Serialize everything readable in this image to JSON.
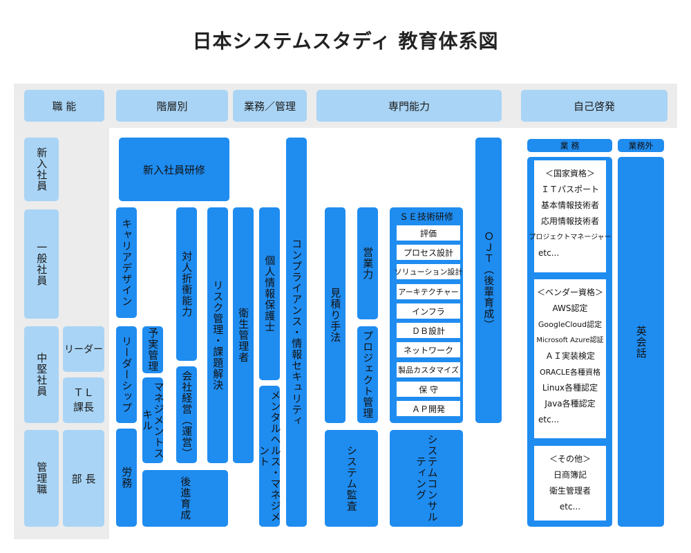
{
  "title": "日本システムスタディ 教育体系図",
  "headers": {
    "function": "職 能",
    "hierarchy": "階層別",
    "business_mgmt": "業務／管理",
    "specialty": "専門能力",
    "self_dev": "自己啓発"
  },
  "roles": {
    "new": "新入社員",
    "general": "一般社員",
    "mid": "中堅社員",
    "leader": "リーダー",
    "tl": "ＴＬ\n課長",
    "mgmt": "管理職",
    "dept_head": "部 長"
  },
  "blocks": {
    "new_hire_training": "新入社員研修",
    "career_design": "キャリアデザイン",
    "leadership": "リーダーシップ",
    "labor": "労務",
    "budget_mgmt": "予実管理",
    "mgmt_skill": "マネジメントスキル",
    "negotiation": "対人折衝能力",
    "corp_mgmt": "会社経営（運営）",
    "successor": "後進育成",
    "risk_mgmt": "リスク管理・課題解決",
    "health_mgr": "衛生管理者",
    "privacy": "個人情報保護士",
    "mental_health": "メンタルヘルス・マネジメント",
    "compliance": "コンプライアンス・情報セキュリティ",
    "estimation": "見積り手法",
    "sales": "営業力",
    "project_mgmt": "プロジェクト管理",
    "system_audit": "システム監査",
    "system_consulting": "システムコンサルティング",
    "se_training": "ＳＥ技術研修",
    "ojt": "ＯＪＴ（後輩育成）",
    "english": "英会話"
  },
  "se_skills": [
    "評価",
    "プロセス設計",
    "ソリューション設計",
    "アーキテクチャー",
    "インフラ",
    "ＤＢ設計",
    "ネットワーク",
    "製品カスタマイズ",
    "保 守",
    "ＡＰ開発"
  ],
  "self_dev_labels": {
    "work": "業 務",
    "non_work": "業務外"
  },
  "cards": {
    "national": [
      "＜国家資格＞",
      "ＩＴパスポート",
      "基本情報技術者",
      "応用情報技術者",
      "プロジェクトマネージャー",
      "etc..."
    ],
    "vendor": [
      "＜ベンダー資格＞",
      "AWS認定",
      "GoogleCloud認定",
      "Microsoft Azure認証",
      "ＡＩ実装検定",
      "ORACLE各種資格",
      "Linux各種認定",
      "Java各種認定",
      "etc..."
    ],
    "other": [
      "＜その他＞",
      "日商簿記",
      "衛生管理者",
      "etc..."
    ]
  },
  "colors": {
    "header": "#a9d4f5",
    "block": "#1f8cf0",
    "background": "#ececec"
  }
}
